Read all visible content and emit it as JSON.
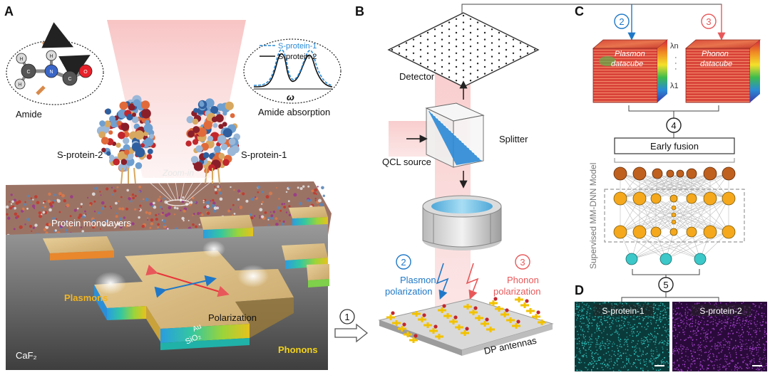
{
  "panels": {
    "a": {
      "letter": "A",
      "amide_label": "Amide",
      "amide_absorption_label": "Amide absorption",
      "legend": {
        "s1": "S-protein-1",
        "s2": "S-protein-2"
      },
      "omega": "ω",
      "s2_label": "S-protein-2",
      "s1_label": "S-protein-1",
      "zoom_label": "Zoom-in",
      "monolayers_label": "Protein monolayers",
      "plasmons_label": "Plasmons",
      "polarization_label": "Polarization",
      "au_label": "Au",
      "sio2_label": "SiO₂",
      "phonons_label": "Phonons",
      "substrate_label": "CaF₂",
      "atom_letters": [
        "H",
        "N",
        "C",
        "C",
        "O",
        "H",
        "H"
      ]
    },
    "b": {
      "letter": "B",
      "step_1": "1",
      "detector_label": "Detector",
      "splitter_label": "Splitter",
      "source_label": "QCL source",
      "step_2": "2",
      "step_3": "3",
      "plasmon_pol_line1": "Plasmon",
      "plasmon_pol_line2": "polarization",
      "phonon_pol_line1": "Phonon",
      "phonon_pol_line2": "polarization",
      "antennas_label": "DP antennas"
    },
    "c": {
      "letter": "C",
      "step_2": "2",
      "step_3": "3",
      "plasmon_cube_line1": "Plasmon",
      "plasmon_cube_line2": "datacube",
      "phonon_cube_line1": "Phonon",
      "phonon_cube_line2": "datacube",
      "lambda_n": "λn",
      "lambda_1": "λ1",
      "step_4": "4",
      "fusion_label": "Early fusion",
      "model_label": "Supervised MM-DNN Model",
      "step_5": "5"
    },
    "d": {
      "letter": "D",
      "s1_label": "S-protein-1",
      "s2_label": "S-protein-2"
    }
  },
  "colors": {
    "plasmon_blue": "#1f78c8",
    "phonon_red": "#e8585a",
    "gold": "#f2c200",
    "brown_node": "#c0601e",
    "orange_node": "#f5a81c",
    "teal_node": "#3cc8c8",
    "cyan_speckle": "#33d6d0",
    "magenta_speckle": "#b44ae0"
  },
  "icons": [
    "molecule-icon",
    "protein-icon",
    "detector-icon",
    "splitter-icon",
    "lens-icon",
    "antenna-icon",
    "datacube-icon",
    "neural-network-icon",
    "arrow-icon"
  ]
}
